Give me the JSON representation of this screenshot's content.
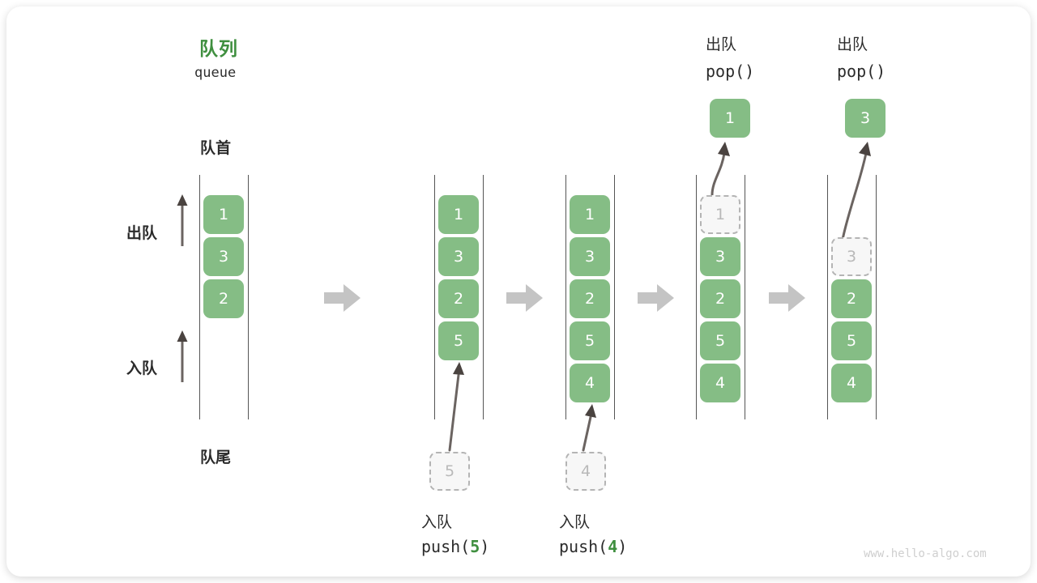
{
  "diagram": {
    "title_cn": "队列",
    "title_en": "queue",
    "front_label": "队首",
    "rear_label": "队尾",
    "dequeue_label": "出队",
    "enqueue_label": "入队",
    "watermark": "www.hello-algo.com",
    "accent_green": "#3f8f3f",
    "cell_green": "#85bd85",
    "ghost_gray": "#b9b9b9",
    "arrow_gray": "#c2c2c2",
    "line_gray": "#555555"
  },
  "steps": [
    {
      "id": "initial",
      "cells": [
        "1",
        "3",
        "2"
      ],
      "ghost_index": -1,
      "caption_cn": "",
      "caption_code_pre": "",
      "caption_code_arg": "",
      "caption_code_post": "",
      "input_chip": "",
      "output_chip": "",
      "top_label_cn": "",
      "top_label_code": ""
    },
    {
      "id": "push-5",
      "cells": [
        "1",
        "3",
        "2",
        "5"
      ],
      "ghost_index": -1,
      "caption_cn": "入队",
      "caption_code_pre": "push(",
      "caption_code_arg": "5",
      "caption_code_post": ")",
      "input_chip": "5",
      "output_chip": "",
      "top_label_cn": "",
      "top_label_code": ""
    },
    {
      "id": "push-4",
      "cells": [
        "1",
        "3",
        "2",
        "5",
        "4"
      ],
      "ghost_index": -1,
      "caption_cn": "入队",
      "caption_code_pre": "push(",
      "caption_code_arg": "4",
      "caption_code_post": ")",
      "input_chip": "4",
      "output_chip": "",
      "top_label_cn": "",
      "top_label_code": ""
    },
    {
      "id": "pop-1",
      "cells": [
        "1",
        "3",
        "2",
        "5",
        "4"
      ],
      "ghost_index": 0,
      "caption_cn": "",
      "caption_code_pre": "",
      "caption_code_arg": "",
      "caption_code_post": "",
      "input_chip": "",
      "output_chip": "1",
      "top_label_cn": "出队",
      "top_label_code": "pop()"
    },
    {
      "id": "pop-3",
      "cells": [
        "3",
        "2",
        "5",
        "4"
      ],
      "ghost_index": 0,
      "caption_cn": "",
      "caption_code_pre": "",
      "caption_code_arg": "",
      "caption_code_post": "",
      "input_chip": "",
      "output_chip": "3",
      "top_label_cn": "出队",
      "top_label_code": "pop()"
    }
  ]
}
